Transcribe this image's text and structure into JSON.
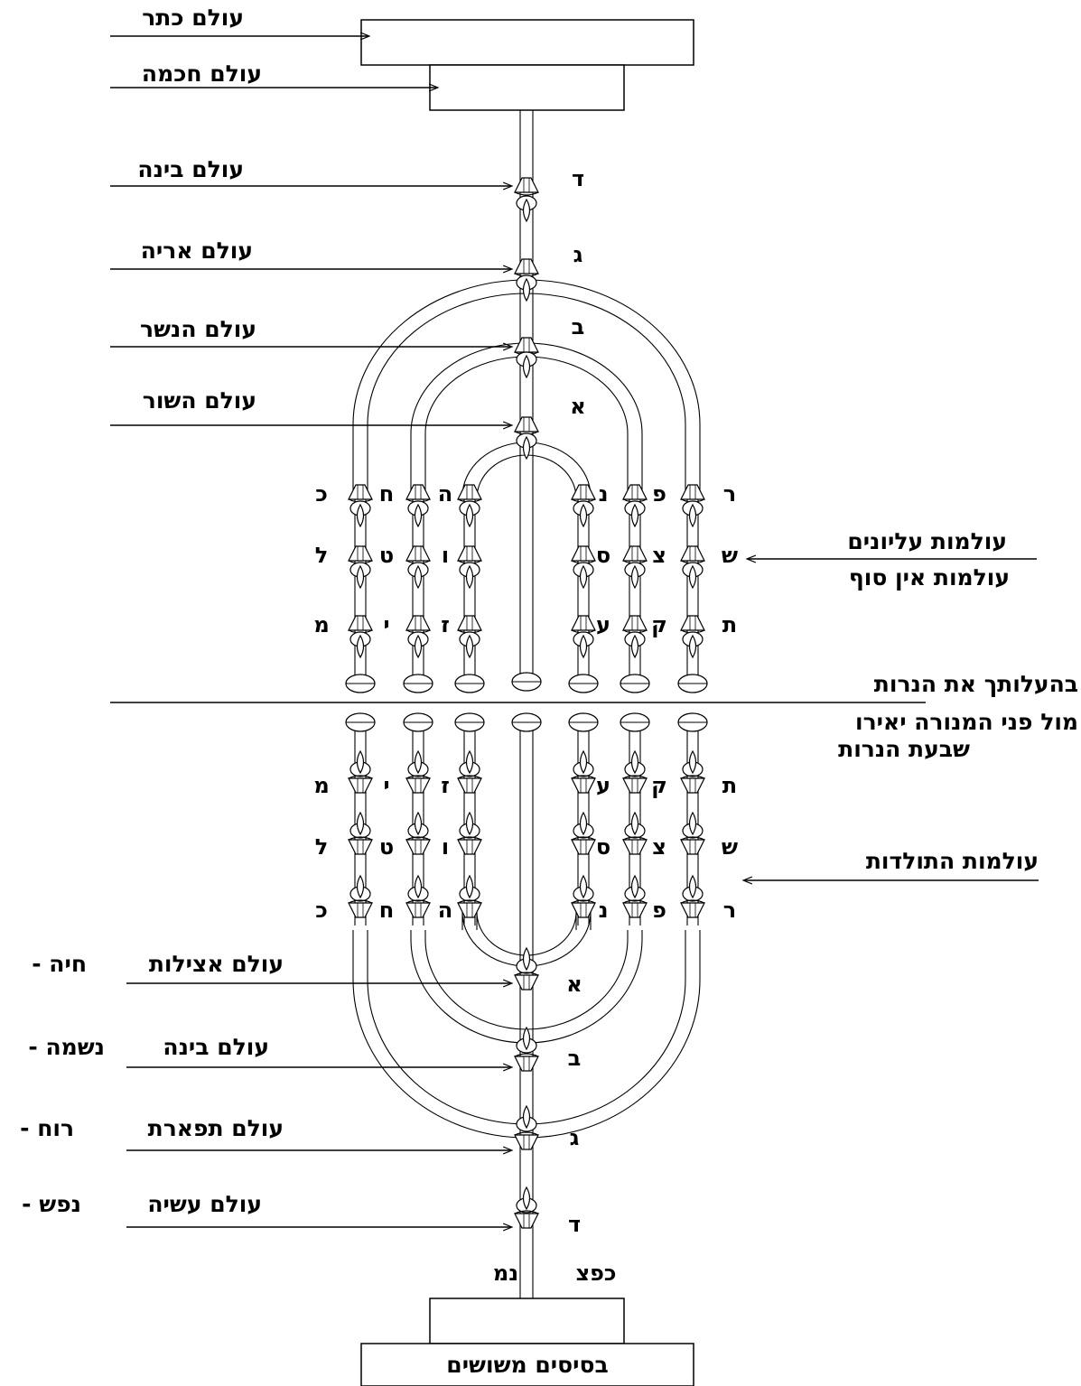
{
  "top_labels": {
    "keter": "עולם כתר",
    "chochma": "עולם חכמה",
    "bina": "עולם בינה",
    "arye": "עולם אריה",
    "nesher": "עולם הנשר",
    "shor": "עולם השור"
  },
  "upper_stem_letters": [
    "ד",
    "ג",
    "ב",
    "א"
  ],
  "branch_letters": {
    "upper": [
      [
        "כ",
        "ל",
        "מ"
      ],
      [
        "ח",
        "ט",
        "י"
      ],
      [
        "ה",
        "ו",
        "ז"
      ],
      [
        "נ",
        "ס",
        "ע"
      ],
      [
        "פ",
        "צ",
        "ק"
      ],
      [
        "ר",
        "ש",
        "ת"
      ]
    ],
    "lower": [
      [
        "מ",
        "ל",
        "כ"
      ],
      [
        "י",
        "ט",
        "ח"
      ],
      [
        "ז",
        "ו",
        "ה"
      ],
      [
        "ע",
        "ס",
        "נ"
      ],
      [
        "ק",
        "צ",
        "פ"
      ],
      [
        "ת",
        "ש",
        "ר"
      ]
    ]
  },
  "right_labels": {
    "elyonim": "עולמות עליונים",
    "ein_sof": "עולמות אין סוף",
    "behaalotcha": "בהעלותך את הנרות",
    "mul_pnei": "מול פני המנורה יאירו",
    "shivat": "שבעת הנרות",
    "toldot": "עולמות התולדות"
  },
  "lower_labels": {
    "atzilut": "עולם אצילות",
    "bina": "עולם בינה",
    "tiferet": "עולם תפארת",
    "asiya": "עולם עשיה"
  },
  "souls": {
    "chaya": "- חיה",
    "neshama": "- נשמה",
    "ruach": "- רוח",
    "nefesh": "- נפש"
  },
  "lower_stem_letters": [
    "א",
    "ב",
    "ג",
    "ד"
  ],
  "base": {
    "left_letters": "נמ",
    "right_letters": "כפצ",
    "label": "בסיסים משושים"
  }
}
